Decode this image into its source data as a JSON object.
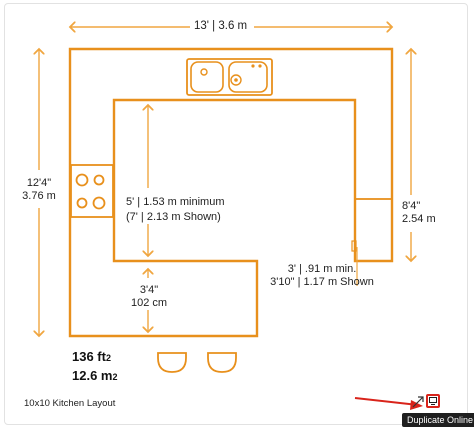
{
  "dimensions": {
    "top_width": "13' | 3.6 m",
    "left_height_line1": "12'4\"",
    "left_height_line2": "3.76 m",
    "right_height_line1": "8'4\"",
    "right_height_line2": "2.54 m",
    "inner_depth_line1": "5' | 1.53 m minimum",
    "inner_depth_line2": "(7' | 2.13 m Shown)",
    "aisle_line1": "3' | .91 m min.",
    "aisle_line2": "3'10\" | 1.17 m Shown",
    "island_depth_line1": "3'4\"",
    "island_depth_line2": "102 cm"
  },
  "area": {
    "imperial_value": "136 ft",
    "imperial_unit_sub": "2",
    "metric_value": "12.6 m",
    "metric_unit_sub": "2"
  },
  "caption": "10x10 Kitchen Layout",
  "tooltip": "Duplicate Online",
  "icons": [
    "sink-icon",
    "cooktop-icon",
    "refrigerator-icon",
    "bar-stool-icon",
    "expand-icon",
    "duplicate-icon",
    "red-arrow-icon"
  ],
  "colors": {
    "plan_stroke": "#e8901c",
    "dimension_line": "#f0a640",
    "highlight": "#d9241b"
  }
}
